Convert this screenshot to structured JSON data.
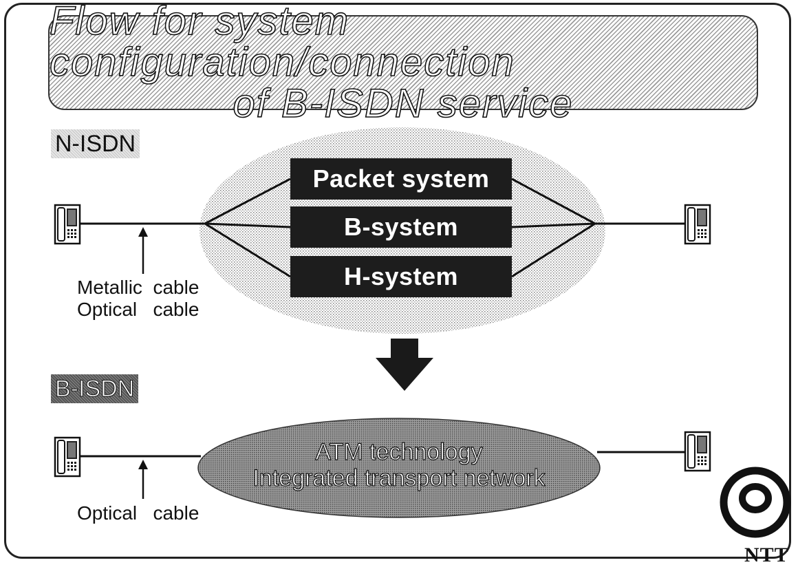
{
  "title": {
    "line1": "Flow for system configuration/connection",
    "line2": "of B-ISDN service"
  },
  "nisdn": {
    "tag": "N-ISDN",
    "systems": [
      "Packet system",
      "B-system",
      "H-system"
    ],
    "cable_line1": "Metallic  cable",
    "cable_line2": "Optical   cable"
  },
  "bisdn": {
    "tag": "B-ISDN",
    "network_line1": "ATM technology",
    "network_line2": "Integrated transport network",
    "cable_label": "Optical   cable"
  },
  "logo": {
    "text": "NTT"
  },
  "icons": {
    "terminal": "telephone-terminal-icon",
    "arrow": "down-arrow-icon",
    "logo": "ntt-logo-icon"
  }
}
